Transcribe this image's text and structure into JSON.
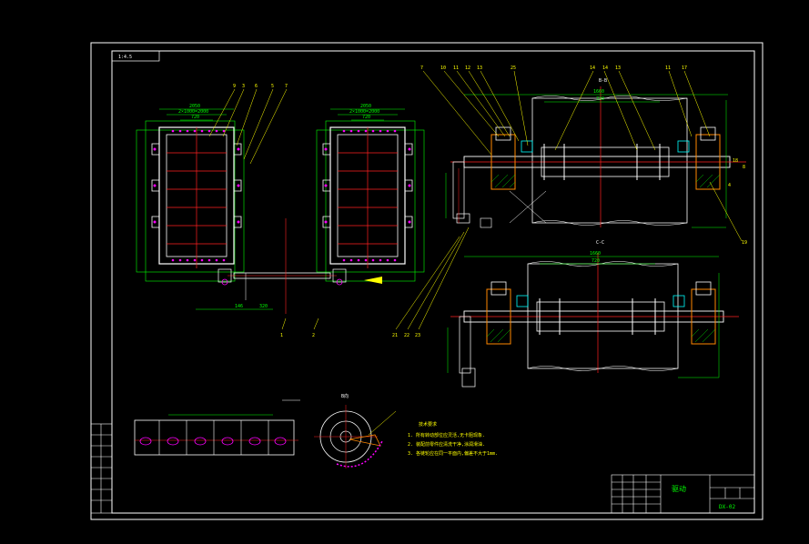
{
  "colors": {
    "background": "#000000",
    "border": "#ffffff",
    "outline": "#ffffff",
    "dimension": "#00ff00",
    "centerline": "#ff2020",
    "hatch": "#ff00ff",
    "leader": "#ffff00",
    "part": "#00ffff",
    "bearing": "#ff8800"
  },
  "drawing": {
    "corner_tag": "1:4.5",
    "section_bb": "B-B",
    "section_cc": "C-C",
    "view_b": "B向",
    "title_block_name": "驱动",
    "title_block_code": "DX-02"
  },
  "balloons_left": [
    "9",
    "3",
    "6",
    "5",
    "7"
  ],
  "balloons_top_right": [
    "7",
    "10",
    "11",
    "12",
    "13",
    "25",
    "14",
    "14",
    "13",
    "11",
    "17"
  ],
  "balloons_bottom_left": [
    "21",
    "22",
    "23",
    "1",
    "2"
  ],
  "right_markers": [
    "18",
    "4",
    "8",
    "19"
  ],
  "tech_notes": {
    "heading": "技术要求",
    "items": [
      "1. 所有转动部位应灵活,无卡阻现象.",
      "2. 装配前零件应清洗干净,涂润滑油.",
      "3. 各链轮应在同一平面内,偏差不大于1mm."
    ]
  },
  "dimensions": {
    "top_left_a": "2050",
    "top_left_b": "2×1000=2000",
    "top_left_c": "720",
    "top_right_a": "2050",
    "top_right_b": "2×1000=2000",
    "top_right_c": "720",
    "shaft_top": "1660",
    "shaft_top_inner": "720",
    "shaft_bottom": "1660",
    "shaft_bottom_inner": "720",
    "bottom_span": "146",
    "bottom_gap": "320"
  }
}
